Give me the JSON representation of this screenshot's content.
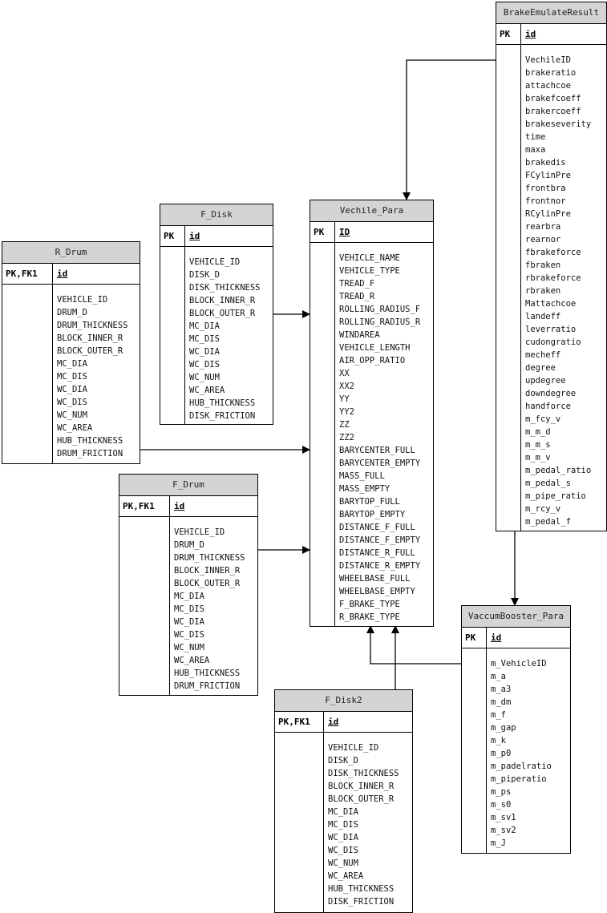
{
  "entities": {
    "brake_emulate_result": {
      "title": "BrakeEmulateResult",
      "key": "PK",
      "pk": "id",
      "fields": [
        "VechileID",
        "brakeratio",
        "attachcoe",
        "brakefcoeff",
        "brakercoeff",
        "brakeseverity",
        "time",
        "maxa",
        "brakedis",
        "FCylinPre",
        "frontbra",
        "frontnor",
        "RCylinPre",
        "rearbra",
        "rearnor",
        "fbrakeforce",
        "fbraken",
        "rbrakeforce",
        "rbraken",
        "Mattachcoe",
        "landeff",
        "leverratio",
        "cudongratio",
        "mecheff",
        "degree",
        "updegree",
        "downdegree",
        "handforce",
        "m_fcy_v",
        "m_m_d",
        "m_m_s",
        "m_m_v",
        "m_pedal_ratio",
        "m_pedal_s",
        "m_pipe_ratio",
        "m_rcy_v",
        "m_pedal_f"
      ]
    },
    "vechile_para": {
      "title": "Vechile_Para",
      "key": "PK",
      "pk": "ID",
      "fields": [
        "VEHICLE_NAME",
        "VEHICLE_TYPE",
        "TREAD_F",
        "TREAD_R",
        "ROLLING_RADIUS_F",
        "ROLLING_RADIUS_R",
        "WINDAREA",
        "VEHICLE_LENGTH",
        "AIR_OPP_RATIO",
        "XX",
        "XX2",
        "YY",
        "YY2",
        "ZZ",
        "ZZ2",
        "BARYCENTER_FULL",
        "BARYCENTER_EMPTY",
        "MASS_FULL",
        "MASS_EMPTY",
        "BARYTOP_FULL",
        "BARYTOP_EMPTY",
        "DISTANCE_F_FULL",
        "DISTANCE_F_EMPTY",
        "DISTANCE_R_FULL",
        "DISTANCE_R_EMPTY",
        "WHEELBASE_FULL",
        "WHEELBASE_EMPTY",
        "F_BRAKE_TYPE",
        "R_BRAKE_TYPE"
      ]
    },
    "f_disk": {
      "title": "F_Disk",
      "key": "PK",
      "pk": "id",
      "fields": [
        "VEHICLE_ID",
        "DISK_D",
        "DISK_THICKNESS",
        "BLOCK_INNER_R",
        "BLOCK_OUTER_R",
        "MC_DIA",
        "MC_DIS",
        "WC_DIA",
        "WC_DIS",
        "WC_NUM",
        "WC_AREA",
        "HUB_THICKNESS",
        "DISK_FRICTION"
      ]
    },
    "r_drum": {
      "title": "R_Drum",
      "key": "PK,FK1",
      "pk": "id",
      "fields": [
        "VEHICLE_ID",
        "DRUM_D",
        "DRUM_THICKNESS",
        "BLOCK_INNER_R",
        "BLOCK_OUTER_R",
        "MC_DIA",
        "MC_DIS",
        "WC_DIA",
        "WC_DIS",
        "WC_NUM",
        "WC_AREA",
        "HUB_THICKNESS",
        "DRUM_FRICTION"
      ]
    },
    "f_drum": {
      "title": "F_Drum",
      "key": "PK,FK1",
      "pk": "id",
      "fields": [
        "VEHICLE_ID",
        "DRUM_D",
        "DRUM_THICKNESS",
        "BLOCK_INNER_R",
        "BLOCK_OUTER_R",
        "MC_DIA",
        "MC_DIS",
        "WC_DIA",
        "WC_DIS",
        "WC_NUM",
        "WC_AREA",
        "HUB_THICKNESS",
        "DRUM_FRICTION"
      ]
    },
    "f_disk2": {
      "title": "F_Disk2",
      "key": "PK,FK1",
      "pk": "id",
      "fields": [
        "VEHICLE_ID",
        "DISK_D",
        "DISK_THICKNESS",
        "BLOCK_INNER_R",
        "BLOCK_OUTER_R",
        "MC_DIA",
        "MC_DIS",
        "WC_DIA",
        "WC_DIS",
        "WC_NUM",
        "WC_AREA",
        "HUB_THICKNESS",
        "DISK_FRICTION"
      ]
    },
    "vaccum_booster_para": {
      "title": "VaccumBooster_Para",
      "key": "PK",
      "pk": "id",
      "fields": [
        "m_VehicleID",
        "m_a",
        "m_a3",
        "m_dm",
        "m_f",
        "m_gap",
        "m_k",
        "m_p0",
        "m_padelratio",
        "m_piperatio",
        "m_ps",
        "m_s0",
        "m_sv1",
        "m_sv2",
        "m_J"
      ]
    }
  },
  "colors": {
    "header": "#d4d4d4",
    "line": "#000000"
  }
}
